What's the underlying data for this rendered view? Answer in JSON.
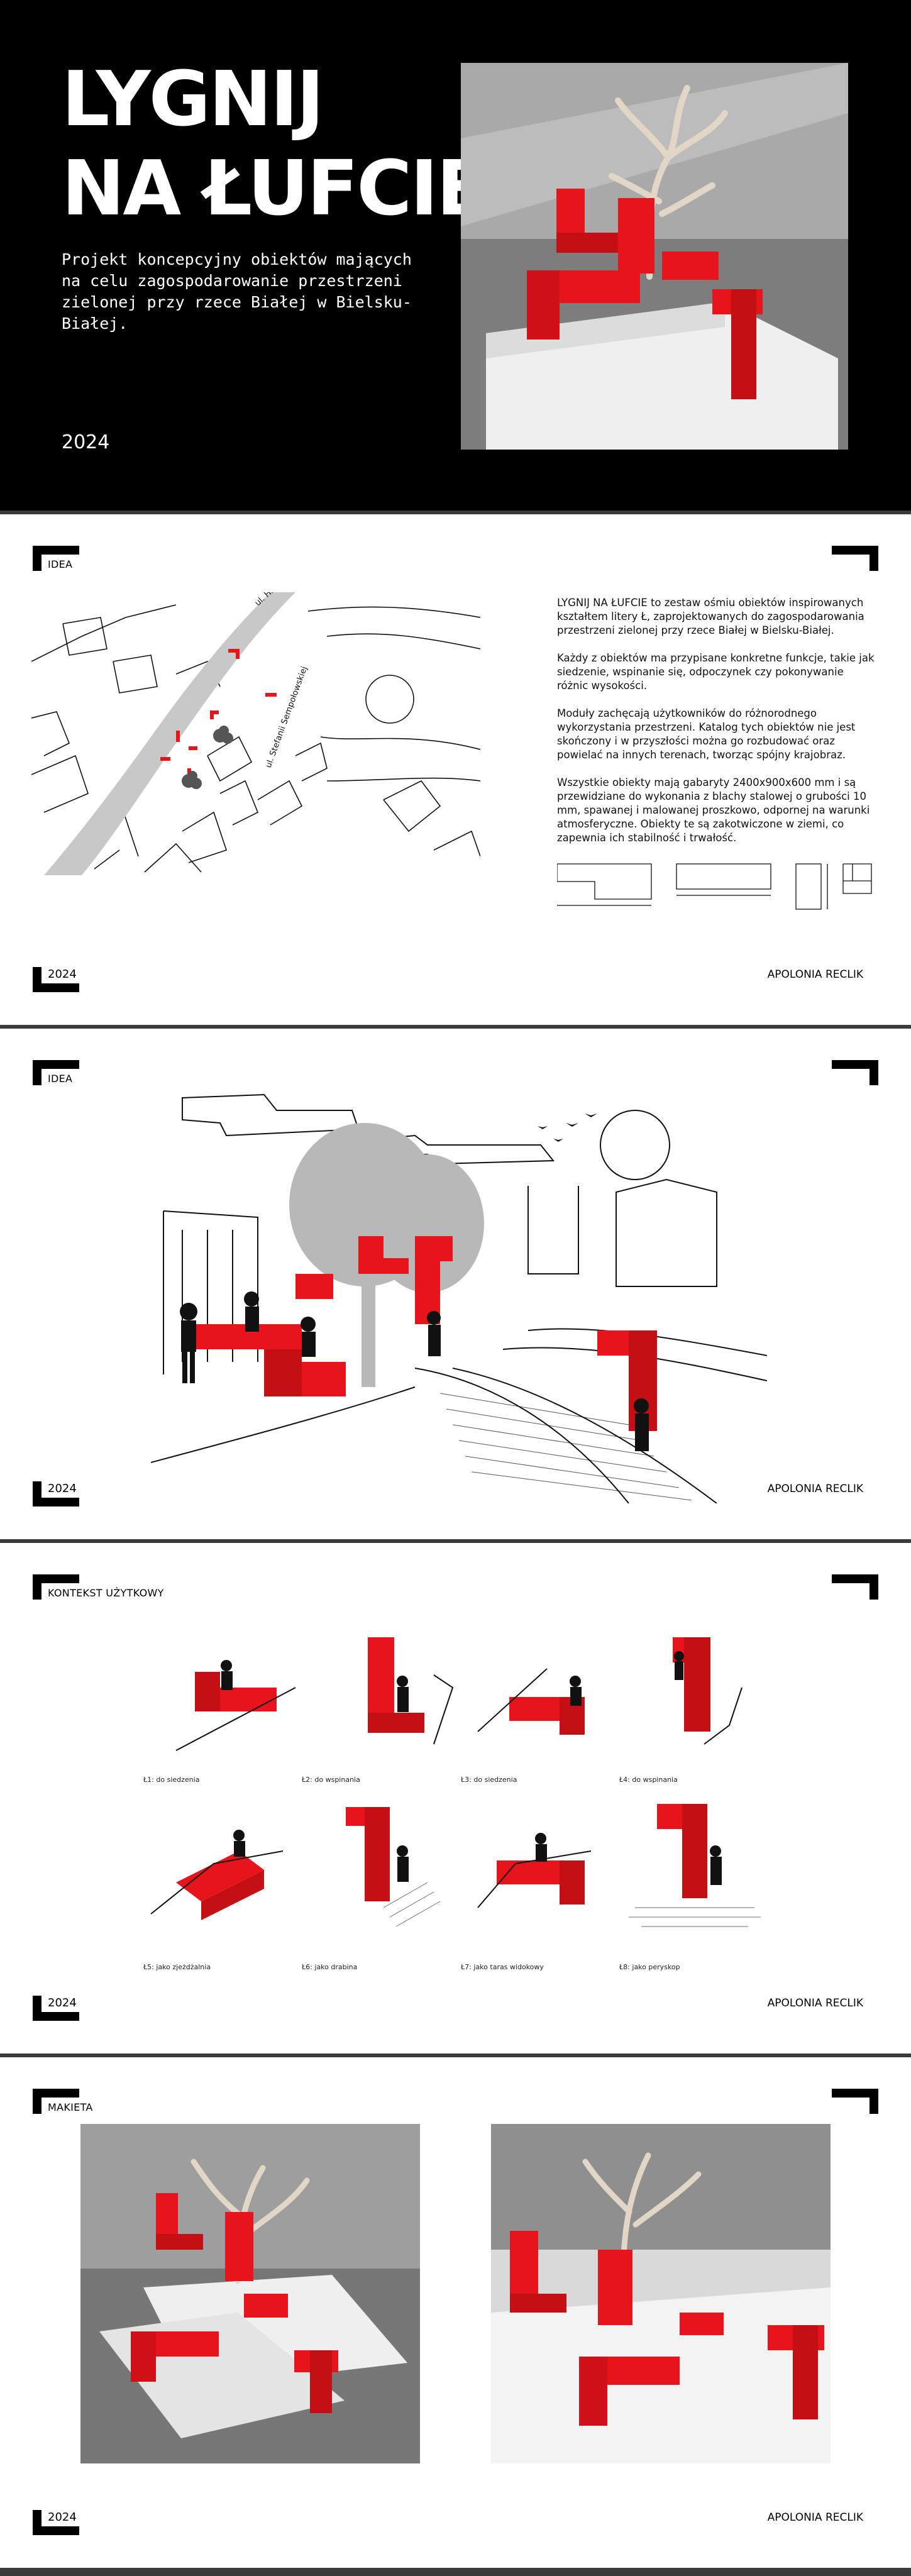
{
  "cover": {
    "title_line1": "LYGNIJ",
    "title_line2": "NA ŁUFCIE",
    "subtitle": "Projekt koncepcyjny obiektów mających na celu zagospodarowanie przestrzeni zielonej przy rzece Białej w Bielsku-Białej.",
    "year": "2024"
  },
  "footer": {
    "year": "2024",
    "author": "APOLONIA RECLIK"
  },
  "board_idea_map": {
    "tag": "IDEA",
    "street_1": "ul. H. Kołłątaja",
    "street_2": "ul. Stefanii Sempołowskiej",
    "paragraphs": [
      "LYGNIJ NA ŁUFCIE to zestaw ośmiu obiektów inspirowanych kształtem litery Ł, zaprojektowanych do zagospodarowania przestrzeni zielonej przy rzece Białej w Bielsku-Białej.",
      "Każdy z obiektów ma przypisane konkretne funkcje, takie jak siedzenie, wspinanie się, odpoczynek czy pokonywanie różnic wysokości.",
      "Moduły zachęcają użytkowników do różnorodnego wykorzystania przestrzeni. Katalog tych obiektów nie jest skończony i w przyszłości można go rozbudować oraz powielać na innych terenach, tworząc spójny krajobraz.",
      "Wszystkie obiekty mają gabaryty 2400x900x600 mm i są przewidziane do wykonania z blachy stalowej o grubości 10 mm, spawanej i malowanej proszkowo, odpornej na warunki atmosferyczne. Obiekty te są zakotwiczone w ziemi, co zapewnia ich stabilność i trwałość."
    ]
  },
  "board_idea_street": {
    "tag": "IDEA"
  },
  "board_context": {
    "tag": "KONTEKST UŻYTKOWY",
    "uses": [
      "Ł1: do siedzenia",
      "Ł2: do wspinania",
      "Ł3: do siedzenia",
      "Ł4: do wspinania",
      "Ł5: jako zjeżdżalnia",
      "Ł6: jako drabina",
      "Ł7: jako taras widokowy",
      "Ł8: jako peryskop"
    ]
  },
  "board_model": {
    "tag": "MAKIETA"
  },
  "colors": {
    "accent_red": "#e8141b",
    "black": "#000000",
    "white": "#ffffff",
    "grey_path": "#c8c8c8"
  }
}
